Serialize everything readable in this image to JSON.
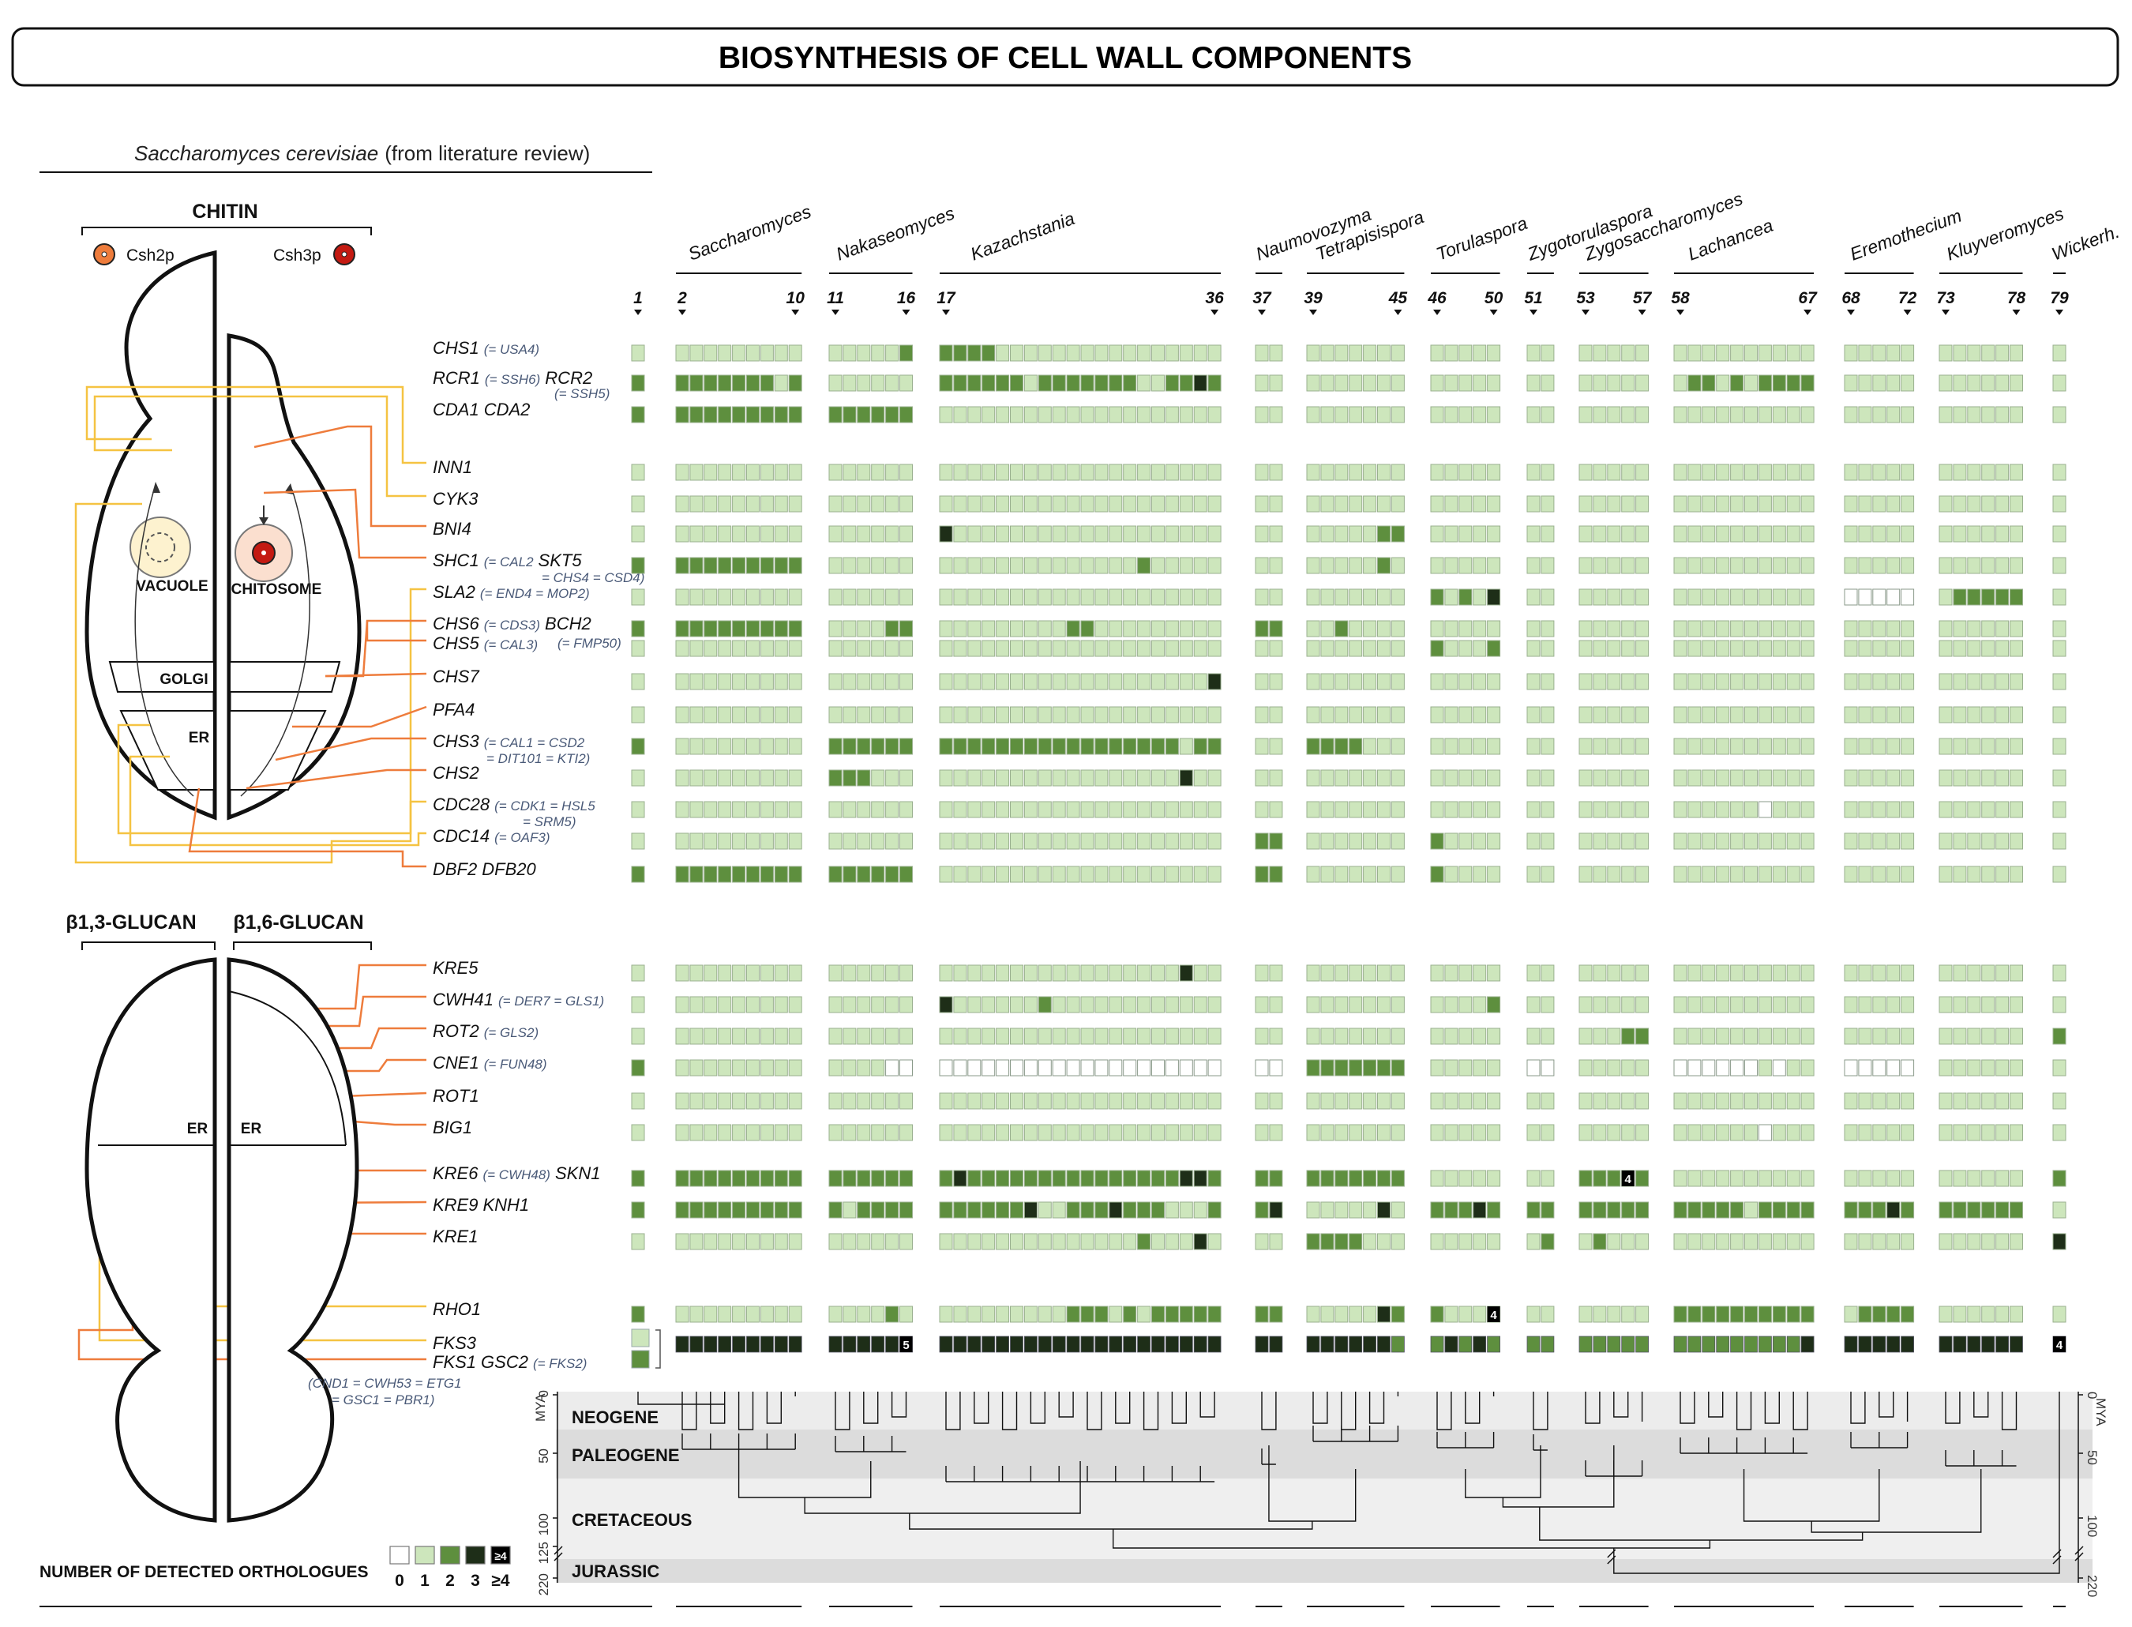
{
  "title": "BIOSYNTHESIS OF CELL WALL COMPONENTS",
  "subtitle_species": "Saccharomyces cerevisiae",
  "subtitle_rest": "(from literature review)",
  "cell_top": {
    "section": "CHITIN",
    "protein_left": "Csh2p",
    "protein_right": "Csh3p",
    "vacuole": "VACUOLE",
    "chitosome": "CHITOSOME",
    "golgi": "GOLGI",
    "er": "ER"
  },
  "cell_bottom": {
    "section_left": "β1,3-GLUCAN",
    "section_right": "β1,6-GLUCAN",
    "er_left": "ER",
    "er_right": "ER"
  },
  "legend": {
    "title": "NUMBER OF DETECTED ORTHOLOGUES",
    "labels": [
      "0",
      "1",
      "2",
      "3",
      "≥4"
    ],
    "box4": "≥4"
  },
  "colors": {
    "c0": "#ffffff",
    "c1": "#cde6bc",
    "c2": "#5e8f3e",
    "c3": "#1e2e18",
    "c4": "#000000",
    "orange": "#ee7c3c",
    "yellow": "#f5c342",
    "dark_red": "#c41a12"
  },
  "genera": [
    {
      "name": "Saccharomyces",
      "first": "2",
      "last": "10",
      "n": 9
    },
    {
      "name": "Nakaseomyces",
      "first": "11",
      "last": "16",
      "n": 6
    },
    {
      "name": "Kazachstania",
      "first": "17",
      "last": "36",
      "n": 20
    },
    {
      "name": "Naumovozyma",
      "first": "37",
      "last": "",
      "n": 2
    },
    {
      "name": "Tetrapisispora",
      "first": "39",
      "last": "45",
      "n": 7
    },
    {
      "name": "Torulaspora",
      "first": "46",
      "last": "50",
      "n": 5
    },
    {
      "name": "Zygotorulaspora",
      "first": "51",
      "last": "",
      "n": 2
    },
    {
      "name": "Zygosaccharomyces",
      "first": "53",
      "last": "57",
      "n": 5
    },
    {
      "name": "Lachancea",
      "first": "58",
      "last": "67",
      "n": 10
    },
    {
      "name": "Eremothecium",
      "first": "68",
      "last": "72",
      "n": 5
    },
    {
      "name": "Kluyveromyces",
      "first": "73",
      "last": "78",
      "n": 6
    },
    {
      "name": "Wickerh.",
      "first": "79",
      "last": "",
      "n": 1
    }
  ],
  "species_first_label": "1",
  "genes": [
    {
      "name": "CHS1",
      "alias": "(= USA4)",
      "extra": "",
      "alias2": "",
      "overrides": [
        "16:2",
        "17:2",
        "18:2",
        "19:2",
        "20:2"
      ]
    },
    {
      "name": "RCR1",
      "alias": "(= SSH6)",
      "extra": "RCR2",
      "alias2": "(= SSH5)",
      "first": "2",
      "defs": [
        [
          1,
          8,
          "2"
        ],
        [
          10,
          10,
          "2"
        ],
        [
          17,
          22,
          "2"
        ],
        [
          24,
          30,
          "2"
        ],
        [
          33,
          34,
          "2"
        ],
        [
          36,
          36,
          "2"
        ],
        [
          59,
          60,
          "2"
        ],
        [
          62,
          62,
          "2"
        ],
        [
          64,
          67,
          "2"
        ]
      ],
      "overrides": [
        "35:3"
      ]
    },
    {
      "name": "CDA1",
      "alias": "",
      "extra": "CDA2",
      "alias2": "",
      "first": "2",
      "defs": [
        [
          1,
          10,
          "2"
        ],
        [
          11,
          16,
          "2"
        ]
      ]
    },
    {
      "name": "INN1",
      "alias": "",
      "extra": "",
      "alias2": ""
    },
    {
      "name": "CYK3",
      "alias": "",
      "extra": "",
      "alias2": ""
    },
    {
      "name": "BNI4",
      "alias": "",
      "extra": "",
      "alias2": "",
      "overrides": [
        "17:3",
        "44:2",
        "45:2"
      ]
    },
    {
      "name": "SHC1",
      "alias": "(= CAL2",
      "extra": "SKT5",
      "alias2": "= CHS4 = CSD4)",
      "first": "2",
      "defs": [
        [
          1,
          10,
          "2"
        ]
      ],
      "overrides": [
        "31:2",
        "44:2"
      ]
    },
    {
      "name": "SLA2",
      "alias": "(= END4 = MOP2)",
      "extra": "",
      "alias2": "",
      "overrides": [
        "46:2",
        "48:2",
        "50:3",
        "68:0",
        "69:0",
        "70:0",
        "71:0",
        "72:0",
        "74:2",
        "75:2",
        "76:2",
        "77:2",
        "78:2"
      ]
    },
    {
      "name": "CHS6",
      "alias": "(= CDS3)",
      "extra": "BCH2",
      "alias2": "",
      "first": "2",
      "defs": [
        [
          1,
          10,
          "2"
        ],
        [
          37,
          38,
          "2"
        ]
      ],
      "overrides": [
        "15:2",
        "16:2",
        "26:2",
        "27:2",
        "41:2"
      ]
    },
    {
      "name": "CHS5",
      "alias": "(= CAL3)",
      "extra": "",
      "alias2": "(= FMP50)",
      "overrides": [
        "46:2",
        "50:2"
      ]
    },
    {
      "name": "CHS7",
      "alias": "",
      "extra": "",
      "alias2": "",
      "overrides": [
        "36:3"
      ]
    },
    {
      "name": "PFA4",
      "alias": "",
      "extra": "",
      "alias2": ""
    },
    {
      "name": "CHS3",
      "alias": "(= CAL1 = CSD2",
      "extra": "",
      "alias2": "= DIT101 = KTI2)",
      "first": "2",
      "defs": [
        [
          11,
          16,
          "2"
        ],
        [
          17,
          33,
          "2"
        ],
        [
          35,
          36,
          "2"
        ],
        [
          39,
          42,
          "2"
        ]
      ]
    },
    {
      "name": "CHS2",
      "alias": "",
      "extra": "",
      "alias2": "",
      "overrides": [
        "11:2",
        "12:2",
        "13:2",
        "34:3"
      ]
    },
    {
      "name": "CDC28",
      "alias": "(= CDK1 = HSL5",
      "extra": "",
      "alias2": "= SRM5)",
      "overrides": [
        "64:0"
      ]
    },
    {
      "name": "CDC14",
      "alias": "(= OAF3)",
      "extra": "",
      "alias2": "",
      "overrides": [
        "37:2",
        "38:2",
        "46:2"
      ]
    },
    {
      "name": "DBF2",
      "alias": "",
      "extra": "DFB20",
      "alias2": "",
      "first": "2",
      "defs": [
        [
          1,
          10,
          "2"
        ],
        [
          11,
          16,
          "2"
        ],
        [
          37,
          38,
          "2"
        ],
        [
          46,
          46,
          "2"
        ]
      ]
    },
    {
      "name": "KRE5",
      "alias": "",
      "extra": "",
      "alias2": "",
      "overrides": [
        "34:3"
      ]
    },
    {
      "name": "CWH41",
      "alias": "(= DER7 = GLS1)",
      "extra": "",
      "alias2": "",
      "overrides": [
        "17:3",
        "24:2",
        "50:2"
      ]
    },
    {
      "name": "ROT2",
      "alias": "(= GLS2)",
      "extra": "",
      "alias2": "",
      "overrides": [
        "56:2",
        "57:2",
        "79:2"
      ]
    },
    {
      "name": "CNE1",
      "alias": "(= FUN48)",
      "extra": "",
      "alias2": "",
      "first": "2",
      "defs": [
        [
          15,
          16,
          "0"
        ],
        [
          17,
          36,
          "0"
        ],
        [
          37,
          38,
          "0"
        ],
        [
          39,
          45,
          "2"
        ],
        [
          51,
          52,
          "0"
        ],
        [
          58,
          63,
          "0"
        ],
        [
          68,
          72,
          "0"
        ]
      ],
      "overrides": [
        "64:1",
        "65:0"
      ]
    },
    {
      "name": "ROT1",
      "alias": "",
      "extra": "",
      "alias2": ""
    },
    {
      "name": "BIG1",
      "alias": "",
      "extra": "",
      "alias2": "",
      "overrides": [
        "64:0"
      ]
    },
    {
      "name": "KRE6",
      "alias": "(= CWH48)",
      "extra": "SKN1",
      "alias2": "",
      "first": "2",
      "defs": [
        [
          1,
          10,
          "2"
        ],
        [
          11,
          16,
          "2"
        ],
        [
          17,
          36,
          "2"
        ],
        [
          37,
          38,
          "2"
        ],
        [
          39,
          45,
          "2"
        ],
        [
          53,
          57,
          "2"
        ],
        [
          79,
          79,
          "2"
        ]
      ],
      "overrides": [
        "18:3",
        "34:3",
        "35:3",
        "56:4"
      ]
    },
    {
      "name": "KRE9",
      "alias": "",
      "extra": "KNH1",
      "alias2": "",
      "first": "2",
      "defs": [
        [
          1,
          10,
          "2"
        ],
        [
          11,
          16,
          "2"
        ],
        [
          17,
          20,
          "2"
        ],
        [
          22,
          22,
          "2"
        ],
        [
          26,
          28,
          "2"
        ],
        [
          30,
          32,
          "2"
        ],
        [
          36,
          36,
          "2"
        ],
        [
          37,
          37,
          "2"
        ],
        [
          46,
          46,
          "2"
        ],
        [
          50,
          50,
          "2"
        ],
        [
          51,
          52,
          "2"
        ],
        [
          53,
          57,
          "2"
        ],
        [
          58,
          62,
          "2"
        ],
        [
          64,
          67,
          "2"
        ],
        [
          68,
          72,
          "2"
        ],
        [
          73,
          78,
          "2"
        ]
      ],
      "overrides": [
        "12:1",
        "21:2",
        "23:3",
        "29:3",
        "38:3",
        "44:3",
        "47:2",
        "48:2",
        "49:3",
        "71:3"
      ]
    },
    {
      "name": "KRE1",
      "alias": "",
      "extra": "",
      "alias2": "",
      "overrides": [
        "31:2",
        "35:3",
        "39:2",
        "40:2",
        "41:2",
        "42:2",
        "52:2",
        "54:2",
        "79:3"
      ]
    },
    {
      "name": "RHO1",
      "alias": "",
      "extra": "",
      "alias2": "",
      "first": "2",
      "defs": [
        [
          58,
          67,
          "2"
        ],
        [
          69,
          72,
          "2"
        ]
      ],
      "overrides": [
        "15:2",
        "30:2",
        "32:2",
        "33:2",
        "34:2",
        "35:2",
        "36:2",
        "37:2",
        "38:2",
        "44:3",
        "45:2",
        "46:2",
        "50:4",
        "26:2",
        "27:2",
        "28:2"
      ]
    },
    {
      "name": "FKS3",
      "alias": "",
      "extra": "",
      "alias2": ""
    },
    {
      "name": "FKS1",
      "alias": "",
      "extra": "GSC2",
      "alias2": "(= FKS2)"
    }
  ],
  "fks_row": {
    "note1": "(CND1 = CWH53 = ETG1",
    "note2": "= GSC1 = PBR1)",
    "badge_nakaseomyces": "5",
    "badge_wickerh": "4",
    "overrides": [
      "45:2",
      "46:2",
      "47:3",
      "48:2",
      "49:3",
      "50:2",
      "51:2",
      "52:2",
      "53:2",
      "54:2",
      "55:2",
      "56:2",
      "57:2",
      "58:2",
      "59:2",
      "60:2",
      "61:2",
      "62:2",
      "63:2",
      "64:2",
      "65:2",
      "66:2"
    ]
  },
  "badges": {
    "kre6_zygosacch": "4",
    "rho1_torulaspora": "4"
  },
  "timeline": {
    "eras": [
      "NEOGENE",
      "PALEOGENE",
      "CRETACEOUS",
      "JURASSIC"
    ],
    "ticks_left": [
      "0",
      "50",
      "100",
      "125",
      "220"
    ],
    "ticks_right": [
      "0",
      "50",
      "100",
      "220"
    ],
    "unit": "MYA"
  }
}
